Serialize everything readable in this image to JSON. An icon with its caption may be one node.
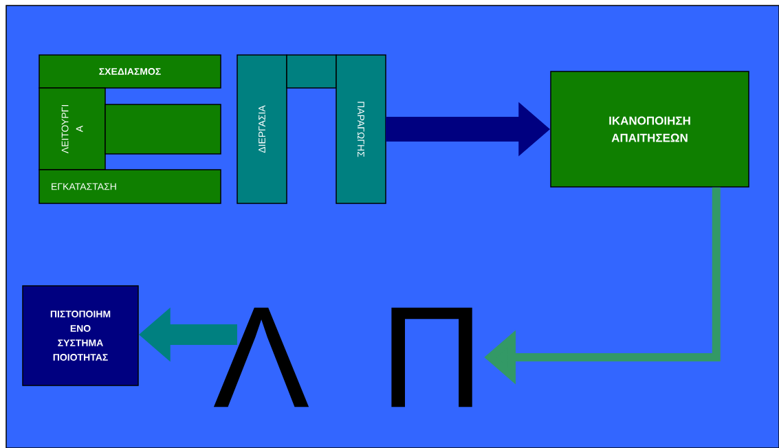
{
  "diagram": {
    "nodes": [
      {
        "text": [
          "ΣΧΕΔΙΑΣΜΟΣ"
        ]
      },
      {
        "text": [
          "ΛΕΙΤΟΥΡΓΙ Α"
        ]
      },
      {
        "text": [],
        "shape": "box"
      },
      {
        "text": [
          "ΕΓΚΑΤΑΣΤΑΣΗ"
        ]
      },
      {
        "text": [
          "ΔΙΕΡΓΑΣΙΑ"
        ]
      },
      {
        "text": [],
        "shape": "box"
      },
      {
        "text": [
          "ΠΑΡΑΓΩΓΗΣ"
        ]
      },
      {
        "text": [
          "ΙΚΑΝΟΠΟΙΗΣΗ ΑΠΑΙΤΗΣΕΩΝ"
        ]
      },
      {
        "text": [
          "Λ"
        ]
      },
      {
        "text": [
          "Π"
        ]
      },
      {
        "text": [
          "ΠΙΣΤΟΠΟΙΗΜ ΕΝΟ ΣΥΣΤΗΜΑ ΠΟΙΟΤΗΤΑΣ"
        ]
      }
    ],
    "edges": [
      {
        "from": 6,
        "to": 7,
        "arrow": "to",
        "color": "#000080"
      },
      {
        "from": 7,
        "to": 9,
        "arrow": "to",
        "color": "#339966"
      },
      {
        "from": 8,
        "to": 10,
        "arrow": "to",
        "color": "#008080"
      }
    ]
  }
}
